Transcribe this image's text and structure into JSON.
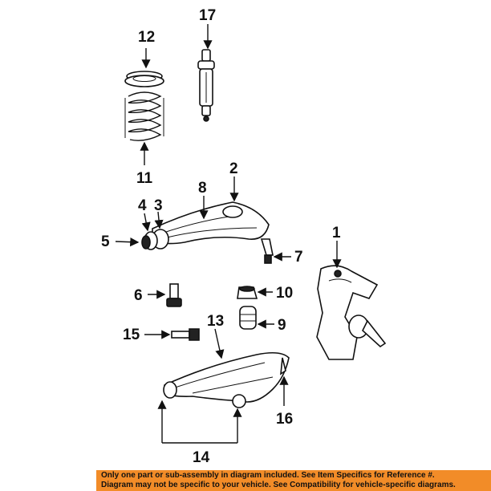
{
  "callouts": {
    "c1": "1",
    "c2": "2",
    "c3": "3",
    "c4": "4",
    "c5": "5",
    "c6": "6",
    "c7": "7",
    "c8": "8",
    "c9": "9",
    "c10": "10",
    "c11": "11",
    "c12": "12",
    "c13": "13",
    "c14": "14",
    "c15": "15",
    "c16": "16",
    "c17": "17"
  },
  "footer": {
    "line1": "Only one part or sub-assembly in diagram included. See Item Specifics for Reference #.",
    "line2": "Diagram may not be specific to your vehicle. See Compatibility for vehicle-specific diagrams."
  },
  "colors": {
    "footer_bg": "#f28c28",
    "ink": "#111111"
  }
}
